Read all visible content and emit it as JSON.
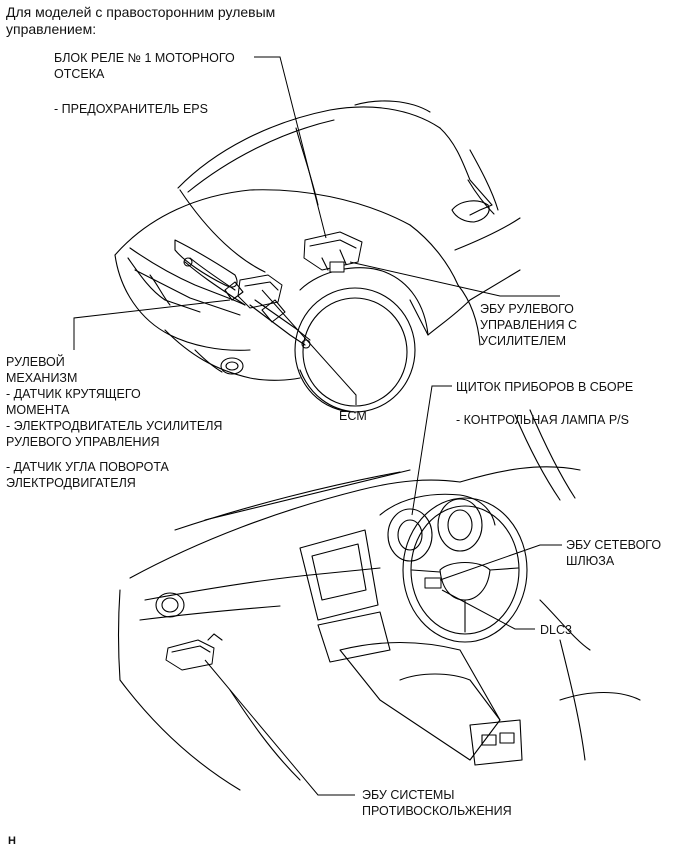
{
  "header": "Для моделей с правосторонним рулевым управлением:",
  "labels": {
    "relay_block": "БЛОК РЕЛЕ № 1 МОТОРНОГО\nОТСЕКА",
    "eps_fuse": "- ПРЕДОХРАНИТЕЛЬ EPS",
    "power_steering_ecu": "ЭБУ РУЛЕВОГО\nУПРАВЛЕНИЯ С\nУСИЛИТЕЛЕМ",
    "steering_gear": "РУЛЕВОЙ\nМЕХАНИЗМ",
    "torque_sensor": "- ДАТЧИК КРУТЯЩЕГО\nМОМЕНТА",
    "motor": "- ЭЛЕКТРОДВИГАТЕЛЬ УСИЛИТЕЛЯ\nРУЛЕВОГО УПРАВЛЕНИЯ",
    "motor_angle_sensor": "- ДАТЧИК УГЛА ПОВОРОТА\nЭЛЕКТРОДВИГАТЕЛЯ",
    "ecm": "ECM",
    "combination_meter": "ЩИТОК ПРИБОРОВ В СБОРЕ",
    "ps_warning_light": "- КОНТРОЛЬНАЯ ЛАМПА P/S",
    "gateway_ecu": "ЭБУ СЕТЕВОГО\nШЛЮЗА",
    "dlc3": "DLC3",
    "skid_control_ecu": "ЭБУ СИСТЕМЫ\nПРОТИВОСКОЛЬЖЕНИЯ",
    "corner_mark": "H"
  }
}
